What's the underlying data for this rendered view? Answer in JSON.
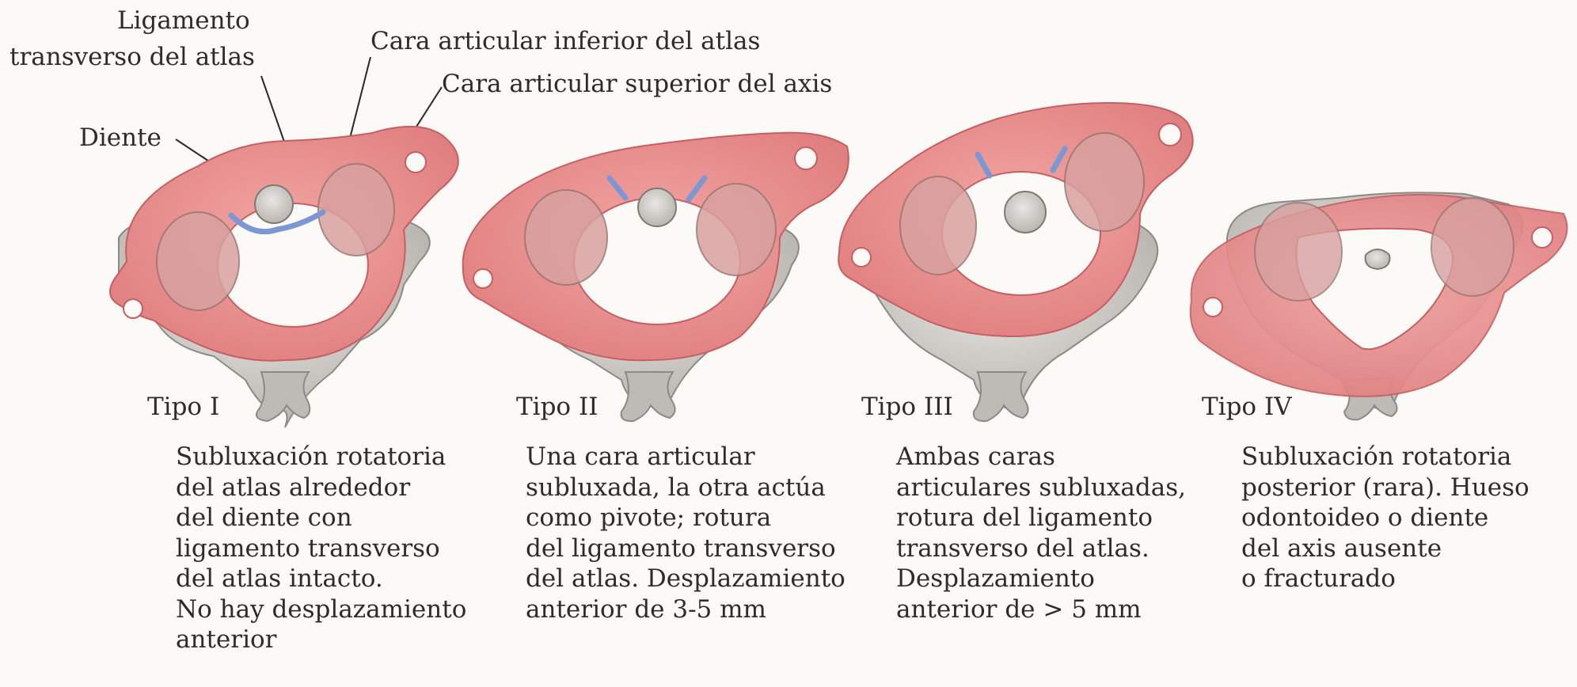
{
  "labels": {
    "ligamento_l1": "Ligamento",
    "ligamento_l2": "transverso del atlas",
    "cara_inferior": "Cara articular inferior del atlas",
    "cara_superior": "Cara articular superior del axis",
    "diente": "Diente"
  },
  "types": [
    {
      "label": "Tipo I",
      "lines": [
        "Subluxación rotatoria",
        "del atlas alrededor",
        "del diente con",
        "ligamento transverso",
        "del atlas intacto.",
        "No hay desplazamiento",
        "anterior"
      ]
    },
    {
      "label": "Tipo II",
      "lines": [
        "Una cara articular",
        "subluxada, la otra actúa",
        "como pivote; rotura",
        "del ligamento transverso",
        "del atlas. Desplazamiento",
        "anterior de 3-5 mm"
      ]
    },
    {
      "label": "Tipo III",
      "lines": [
        "Ambas caras",
        "articulares subluxadas,",
        "rotura del ligamento",
        "transverso del atlas.",
        "Desplazamiento",
        "anterior de > 5 mm"
      ]
    },
    {
      "label": "Tipo IV",
      "lines": [
        "Subluxación rotatoria",
        "posterior (rara). Hueso",
        "odontoideo o diente",
        "del axis ausente",
        "o fracturado"
      ]
    }
  ],
  "colors": {
    "atlas": "#e58a8a",
    "atlas_edge": "#c65f63",
    "axis": "#c9c7c3",
    "axis_edge": "#8d8a86",
    "ligament": "#7d97d3"
  }
}
